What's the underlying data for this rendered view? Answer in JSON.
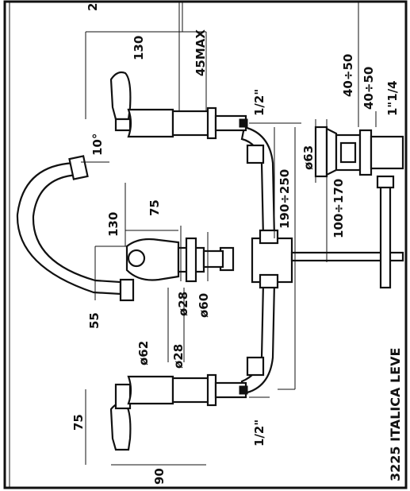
{
  "drawing": {
    "title": "3225 ITALICA LEVE",
    "top_cut_label": "2",
    "dimensions": {
      "handle_top_len": "130",
      "max_depth": "45MAX",
      "thread_top": "1/2\"",
      "thread_bottom": "1/2\"",
      "angle": "10°",
      "spout_len": "130",
      "spout_width": "75",
      "spout_offset": "55",
      "dia_28_center": "ø28",
      "dia_60": "ø60",
      "dia_62": "ø62",
      "dia_28_bottom": "ø28",
      "handle_bottom_len": "75",
      "handle_bottom_width": "90",
      "spread": "190÷250",
      "popup_dia": "ø63",
      "popup_range": "100÷170",
      "popup_depth": "40÷50",
      "popup_thread": "1\"1/4"
    }
  }
}
